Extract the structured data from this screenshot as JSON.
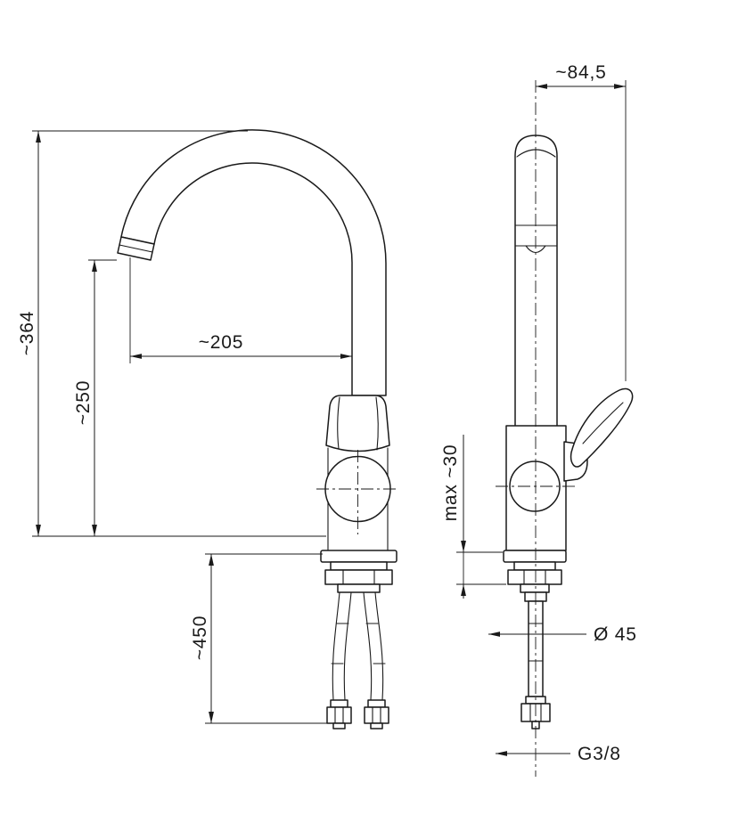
{
  "drawing": {
    "subject": "single-lever kitchen faucet, front and side orthographic views with dimensions",
    "dimensions": {
      "total_height": "~364",
      "outlet_height": "~250",
      "spout_reach": "~205",
      "hose_length": "~450",
      "handle_projection": "~84,5",
      "max_mounting_thickness": "max ~30",
      "base_diameter": "Ø 45",
      "connection_thread": "G3/8"
    },
    "colors": {
      "line": "#1a1a1a",
      "background": "#ffffff"
    }
  }
}
